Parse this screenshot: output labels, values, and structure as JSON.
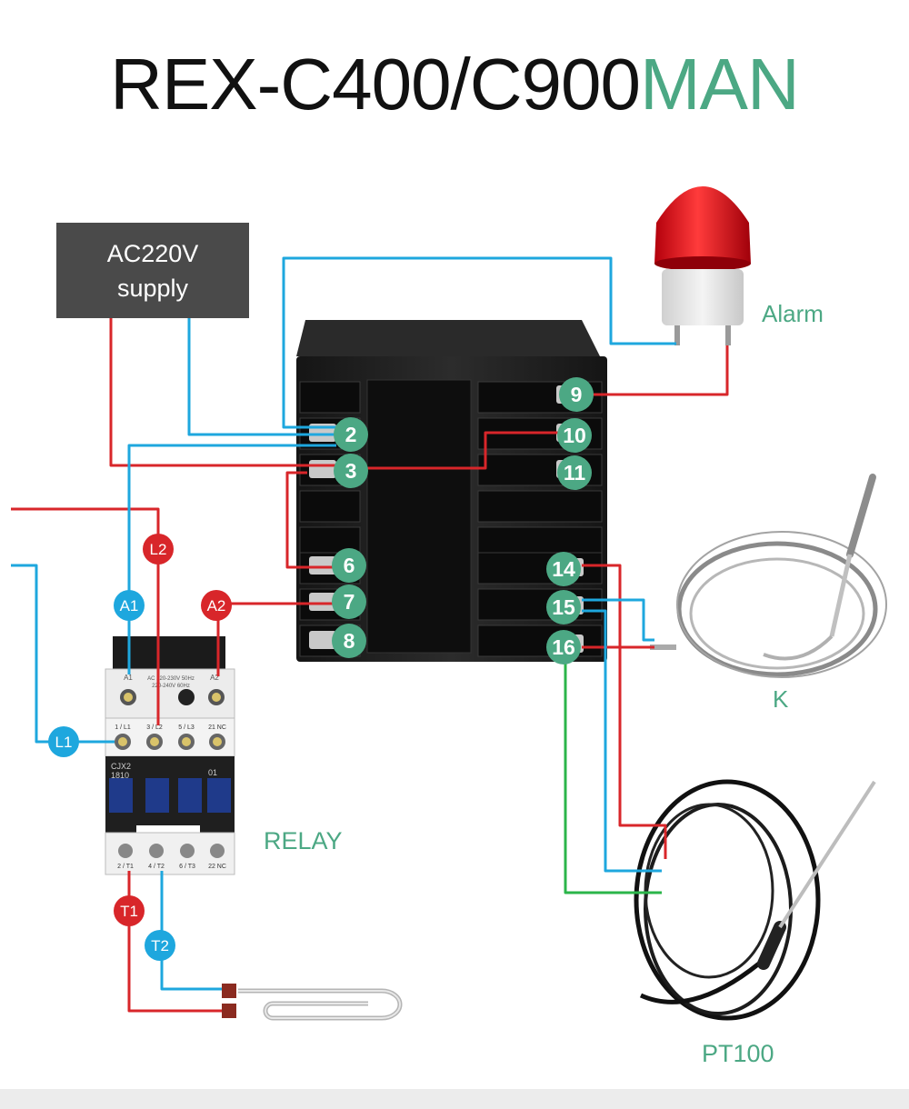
{
  "title": {
    "main": "REX-C400/C900",
    "accent": "MAN"
  },
  "supply": {
    "line1": "AC220V",
    "line2": "supply"
  },
  "labels": {
    "alarm": "Alarm",
    "relay": "RELAY",
    "k": "K",
    "pt100": "PT100"
  },
  "terminals": {
    "left": [
      "2",
      "3",
      "6",
      "7",
      "8"
    ],
    "right": [
      "9",
      "10",
      "11",
      "14",
      "15",
      "16"
    ]
  },
  "wire_badges": {
    "l2": "L2",
    "a1": "A1",
    "a2": "A2",
    "l1": "L1",
    "t1": "T1",
    "t2": "T2"
  },
  "contactor": {
    "top_labels": [
      "A1",
      "A2"
    ],
    "spec_line1": "AC 220-230V 50Hz",
    "spec_line2": "220-240V 60Hz",
    "upper_terminals": [
      "1 / L1",
      "3 / L2",
      "5 / L3",
      "21 NC"
    ],
    "model_line1": "CJX2",
    "model_line2": "1810",
    "indicator": "01",
    "lower_terminals": [
      "2 / T1",
      "4 / T2",
      "6 / T3",
      "22 NC"
    ]
  },
  "colors": {
    "accent": "#4ca884",
    "badge_green": "#4ca884",
    "wire_red": "#d8262a",
    "wire_blue": "#1ea7de",
    "wire_green": "#2bb54a",
    "supply_box": "#4a4a4a"
  }
}
